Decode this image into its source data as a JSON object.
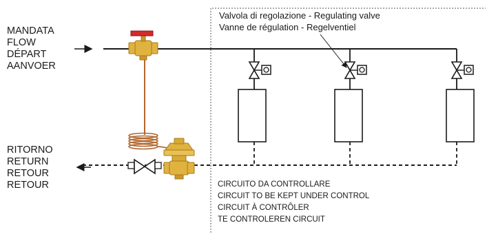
{
  "flow_labels": [
    "MANDATA",
    "FLOW",
    "DÉPART",
    "AANVOER"
  ],
  "return_labels": [
    "RITORNO",
    "RETURN",
    "RETOUR",
    "RETOUR"
  ],
  "valve_callout": [
    "Valvola di regolazione - Regulating valve",
    "Vanne de régulation - Regelventiel"
  ],
  "circuit_labels": [
    "CIRCUITO DA CONTROLLARE",
    "CIRCUIT TO BE KEPT UNDER CONTROL",
    "CIRCUIT À CONTRÔLER",
    "TE CONTROLEREN CIRCUIT"
  ],
  "colors": {
    "line": "#1a1a1a",
    "brass": "#e0b341",
    "brass_dark": "#a87a16",
    "handle_red": "#d42a2a",
    "capillary": "#b0662e"
  }
}
